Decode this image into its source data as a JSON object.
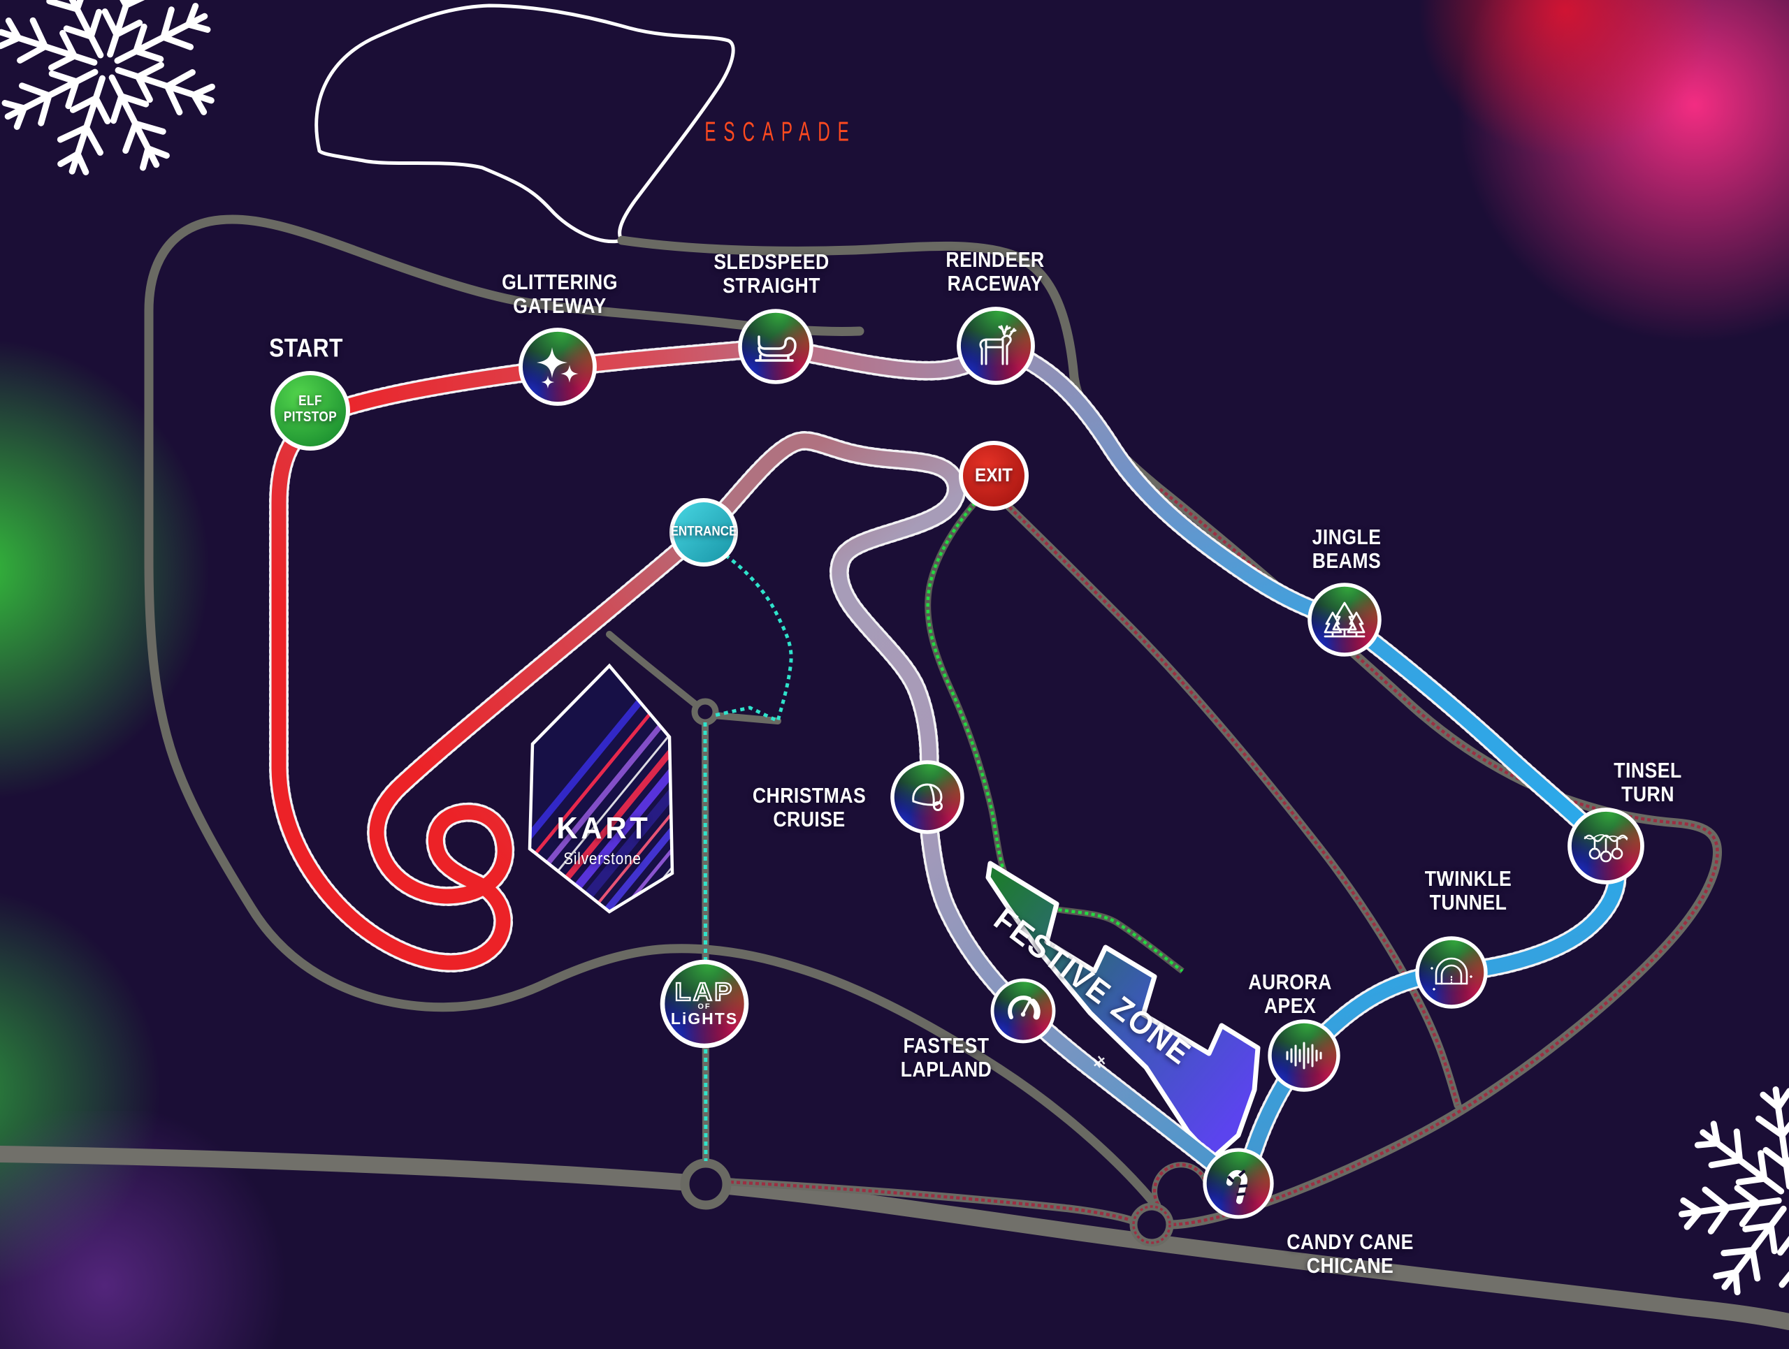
{
  "background_color": "#1b0e36",
  "venue_outline": {
    "label": "ESCAPADE",
    "color": "#ff4a1f"
  },
  "start": {
    "label": "START",
    "pit_label": "ELF\nPITSTOP",
    "color": "#2daf3c"
  },
  "gates": {
    "entrance": {
      "label": "ENTRANCE",
      "color": "#2fb9cb"
    },
    "exit": {
      "label": "EXIT",
      "color": "#cf2018"
    }
  },
  "sections": {
    "glittering_gateway": {
      "label": "GLITTERING\nGATEWAY",
      "icon": "sparkles-icon"
    },
    "sledspeed_straight": {
      "label": "SLEDSPEED\nSTRAIGHT",
      "icon": "sleigh-icon"
    },
    "reindeer_raceway": {
      "label": "REINDEER\nRACEWAY",
      "icon": "reindeer-icon"
    },
    "jingle_beams": {
      "label": "JINGLE\nBEAMS",
      "icon": "pine-trees-icon"
    },
    "tinsel_turn": {
      "label": "TINSEL\nTURN",
      "icon": "tinsel-baubles-icon"
    },
    "twinkle_tunnel": {
      "label": "TWINKLE\nTUNNEL",
      "icon": "tunnel-icon"
    },
    "aurora_apex": {
      "label": "AURORA\nAPEX",
      "icon": "soundwave-icon"
    },
    "candy_cane_chicane": {
      "label": "CANDY CANE\nCHICANE",
      "icon": "candy-cane-icon"
    },
    "fastest_lapland": {
      "label": "FASTEST\nLAPLAND",
      "icon": "speedometer-icon"
    },
    "christmas_cruise": {
      "label": "CHRISTMAS\nCRUISE",
      "icon": "santa-hat-icon"
    }
  },
  "zones": {
    "festive_zone": {
      "label": "FESTIVE ZONE",
      "gradient": [
        "#1e7a32",
        "#5b44ee"
      ]
    }
  },
  "logos": {
    "kart": {
      "title": "KART",
      "subtitle": "Silverstone"
    },
    "lap_of_lights": {
      "line1": "LAP",
      "line2": "OF",
      "line3": "LiGHTS"
    }
  },
  "track_colors": {
    "start_straight": "#ec2227",
    "mid_mauve": "#a08bab",
    "fast_blue": "#2aa9ea",
    "steel_blue": "#7e95c0",
    "entrance_route_dashes": "#2fe3cb",
    "exit_route_dashes": "#23d941",
    "perimeter_road": "#6a6a63",
    "perimeter_stripe": "#9c2f43"
  },
  "decor": {
    "snowflake_top_left": "snowflake-icon",
    "snowflake_bottom_right": "snowflake-icon",
    "glow_colors": [
      "#ff2e86",
      "#dc1430",
      "#35c33b",
      "#7a35b0"
    ]
  }
}
